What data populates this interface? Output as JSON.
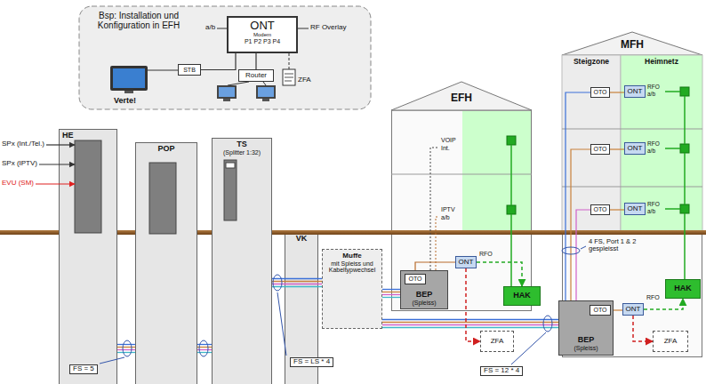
{
  "diagram": {
    "nodes": [
      {
        "text": [
          "Bsp: Installation und Konfiguration in EFH"
        ]
      },
      {
        "text": [
          "ONT",
          "Modem",
          "P1 P2 P3 P4"
        ],
        "in": 0
      },
      {
        "text": [
          "STB"
        ],
        "in": 0
      },
      {
        "text": [
          "Router"
        ],
        "in": 0
      },
      {
        "text": [
          "HE"
        ]
      },
      {
        "text": [
          "POP"
        ]
      },
      {
        "text": [
          "TS",
          "(Splitter 1:32)"
        ]
      },
      {
        "text": [
          "VK"
        ]
      },
      {
        "text": [
          "Muffe",
          "mit Spleiss und Kabeltypwechsel"
        ]
      },
      {
        "text": [
          "EFH"
        ]
      },
      {
        "text": [
          "BEP",
          "(Spleiss)"
        ],
        "in": 9
      },
      {
        "text": [
          "OTO"
        ],
        "in": 10
      },
      {
        "text": [
          "ONT"
        ],
        "in": 9
      },
      {
        "text": [
          "HAK"
        ]
      },
      {
        "text": [
          "ZFA"
        ]
      },
      {
        "text": [
          "MFH"
        ]
      },
      {
        "text": [
          "Steigzone"
        ],
        "in": 15
      },
      {
        "text": [
          "Heimnetz"
        ],
        "in": 15
      },
      {
        "text": [
          "OTO"
        ],
        "in": 16
      },
      {
        "text": [
          "ONT"
        ],
        "in": 17
      },
      {
        "text": [
          "OTO"
        ],
        "in": 16
      },
      {
        "text": [
          "ONT"
        ],
        "in": 17
      },
      {
        "text": [
          "OTO"
        ],
        "in": 16
      },
      {
        "text": [
          "ONT"
        ],
        "in": 17
      },
      {
        "text": [
          "BEP",
          "(Spleiss)"
        ],
        "in": 15
      },
      {
        "text": [
          "OTO"
        ],
        "in": 24
      },
      {
        "text": [
          "ONT"
        ],
        "in": 15
      },
      {
        "text": [
          "HAK"
        ],
        "in": 15
      },
      {
        "text": [
          "ZFA"
        ],
        "in": 15
      }
    ],
    "edges": [
      {
        "from": 1,
        "to": 2,
        "arrow": "none"
      },
      {
        "from": 1,
        "to": 3,
        "arrow": "none"
      },
      {
        "from": 4,
        "to": 5,
        "arrow": "none"
      },
      {
        "from": 5,
        "to": 6,
        "arrow": "none"
      },
      {
        "from": 6,
        "to": 8,
        "arrow": "none"
      },
      {
        "from": 8,
        "to": 10,
        "arrow": "none"
      },
      {
        "from": 8,
        "to": 24,
        "arrow": "none"
      },
      {
        "from": 11,
        "to": 12,
        "arrow": "none"
      },
      {
        "from": 12,
        "to": 13,
        "arrow": "to"
      },
      {
        "from": 12,
        "to": 14,
        "arrow": "to"
      },
      {
        "from": 24,
        "to": 18,
        "arrow": "none"
      },
      {
        "from": 24,
        "to": 20,
        "arrow": "none"
      },
      {
        "from": 24,
        "to": 22,
        "arrow": "none"
      },
      {
        "from": 18,
        "to": 19,
        "arrow": "none"
      },
      {
        "from": 20,
        "to": 21,
        "arrow": "none"
      },
      {
        "from": 22,
        "to": 23,
        "arrow": "none"
      },
      {
        "from": 25,
        "to": 26,
        "arrow": "none"
      },
      {
        "from": 26,
        "to": 27,
        "arrow": "to"
      },
      {
        "from": 26,
        "to": 28,
        "arrow": "to"
      }
    ],
    "labels": [
      "a/b",
      "RF Overlay",
      "Verte!",
      "ZFA",
      "SPx (Int./Tel.)",
      "SPx (IPTV)",
      "EVU (SM)",
      "VOIP",
      "Int.",
      "IPTV",
      "a/b",
      "RFO",
      "RFO",
      "a/b",
      "RFO",
      "a/b",
      "RFO",
      "a/b",
      "4 FS, Port 1 & 2 gespleisst",
      "RFO",
      "FS = 5",
      "FS = LS * 4",
      "FS = 12 * 4"
    ]
  }
}
